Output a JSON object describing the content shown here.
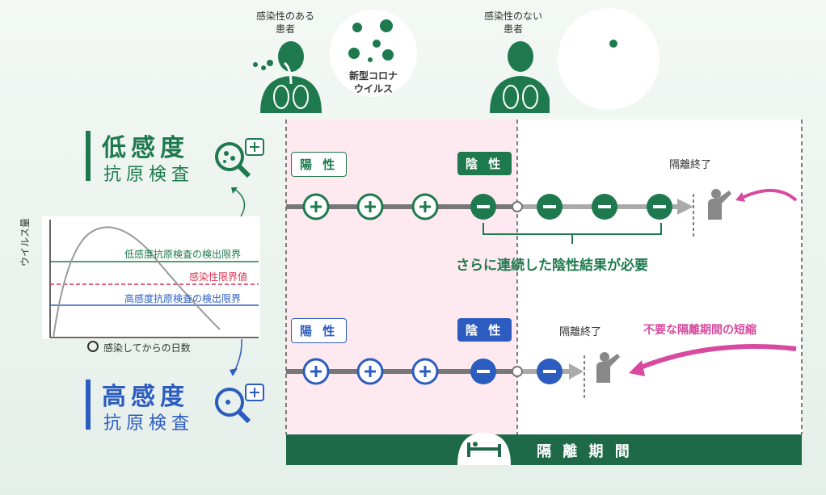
{
  "patients": {
    "infectious_label": "感染性のある\n患者",
    "virus_label": "新型コロナ\nウイルス",
    "noninfectious_label": "感染性のない\n患者"
  },
  "low_test": {
    "line1": "低感度",
    "line2": "抗原検査",
    "color": "#1e7a4e"
  },
  "high_test": {
    "line1": "高感度",
    "line2": "抗原検査",
    "color": "#2c5cc0"
  },
  "graph": {
    "ylabel": "ウイルス量",
    "xlabel": "感染してからの日数",
    "low_limit_label": "低感度抗原検査の検出限界",
    "infect_limit_label": "感染性限界値",
    "high_limit_label": "高感度抗原検査の検出限界"
  },
  "timeline_low": {
    "positive_label": "陽 性",
    "negative_label": "陰 性",
    "end_label": "隔離終了",
    "note": "さらに連続した陰性結果が必要"
  },
  "timeline_high": {
    "positive_label": "陽 性",
    "negative_label": "陰 性",
    "end_label": "隔離終了",
    "note": "不要な隔離期間の短縮"
  },
  "isolation": {
    "label": "隔 離 期 間"
  },
  "colors": {
    "green": "#1e7a4e",
    "blue": "#2c5cc0",
    "red": "#e03050",
    "pink": "#d84aa0"
  }
}
